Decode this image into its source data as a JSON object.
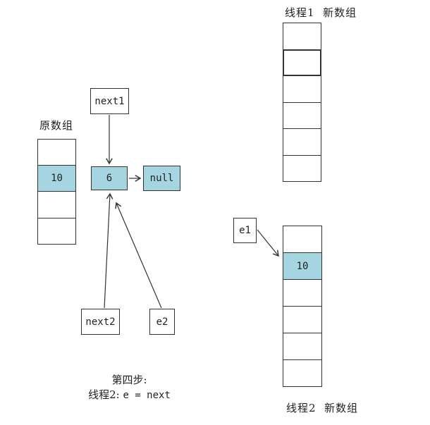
{
  "colors": {
    "highlight_fill": "#a5d5e0",
    "box_border": "#333333",
    "arrow": "#333333",
    "text": "#222222"
  },
  "labels": {
    "thread1_array": "线程1  新数组",
    "original_array": "原数组",
    "thread2_array": "线程2  新数组"
  },
  "arrays": {
    "thread1": {
      "cells": [
        "",
        "",
        "",
        "",
        "",
        ""
      ],
      "bold_index": 1
    },
    "original": {
      "cells": [
        "",
        "10",
        "",
        ""
      ],
      "highlight_index": 1
    },
    "thread2": {
      "cells": [
        "",
        "10",
        "",
        "",
        "",
        ""
      ],
      "highlight_index": 1
    }
  },
  "nodes": {
    "next1": "next1",
    "value6": "6",
    "null_node": "null",
    "next2": "next2",
    "e2": "e2",
    "e1": "e1"
  },
  "caption": {
    "step": "第四步:",
    "line2_zh": "线程2:",
    "line2_code": "e = next"
  }
}
